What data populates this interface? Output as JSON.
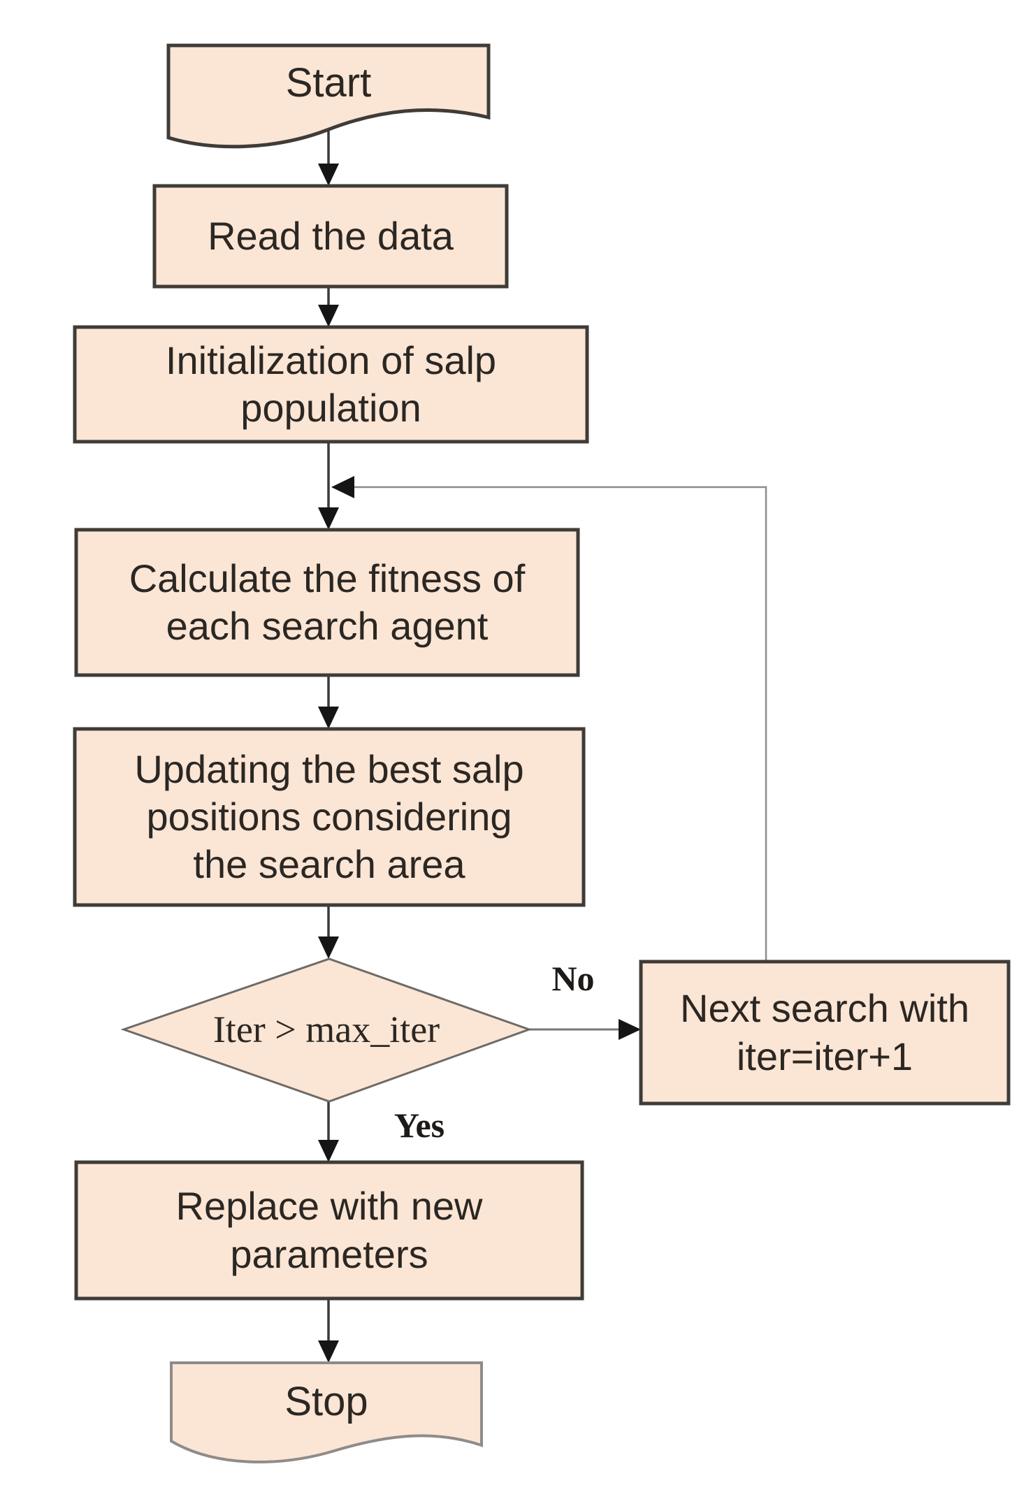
{
  "diagram": {
    "type": "flowchart",
    "description": "Salp swarm algorithm flowchart",
    "colors": {
      "node_fill": "#fbe5d5",
      "node_border": "#3f3c38",
      "terminal_end_border": "#8f8b88",
      "connector": "#3a3a3a",
      "loop_connector": "#8c8c8c",
      "arrowhead": "#151515",
      "text": "#2b2723",
      "background": "#ffffff"
    },
    "nodes": [
      {
        "id": "start",
        "type": "terminal-document",
        "label": "Start"
      },
      {
        "id": "read-data",
        "type": "process",
        "label": "Read the data"
      },
      {
        "id": "init-population",
        "type": "process",
        "label": "Initialization of salp\npopulation"
      },
      {
        "id": "calc-fitness",
        "type": "process",
        "label": "Calculate the fitness of\neach search agent"
      },
      {
        "id": "update-positions",
        "type": "process",
        "label": "Updating the best salp\npositions considering\nthe search area"
      },
      {
        "id": "iter-check",
        "type": "decision",
        "label": "Iter > max_iter"
      },
      {
        "id": "next-search",
        "type": "process",
        "label": "Next search with\niter=iter+1"
      },
      {
        "id": "replace-params",
        "type": "process",
        "label": "Replace with new\nparameters"
      },
      {
        "id": "stop",
        "type": "terminal-document",
        "label": "Stop"
      }
    ],
    "edge_labels": {
      "no": "No",
      "yes": "Yes"
    },
    "edges": [
      {
        "from": "start",
        "to": "read-data"
      },
      {
        "from": "read-data",
        "to": "init-population"
      },
      {
        "from": "init-population",
        "to": "calc-fitness"
      },
      {
        "from": "calc-fitness",
        "to": "update-positions"
      },
      {
        "from": "update-positions",
        "to": "iter-check"
      },
      {
        "from": "iter-check",
        "to": "next-search",
        "label_key": "no"
      },
      {
        "from": "next-search",
        "to": "calc-fitness",
        "note": "loop back"
      },
      {
        "from": "iter-check",
        "to": "replace-params",
        "label_key": "yes"
      },
      {
        "from": "replace-params",
        "to": "stop"
      }
    ]
  }
}
